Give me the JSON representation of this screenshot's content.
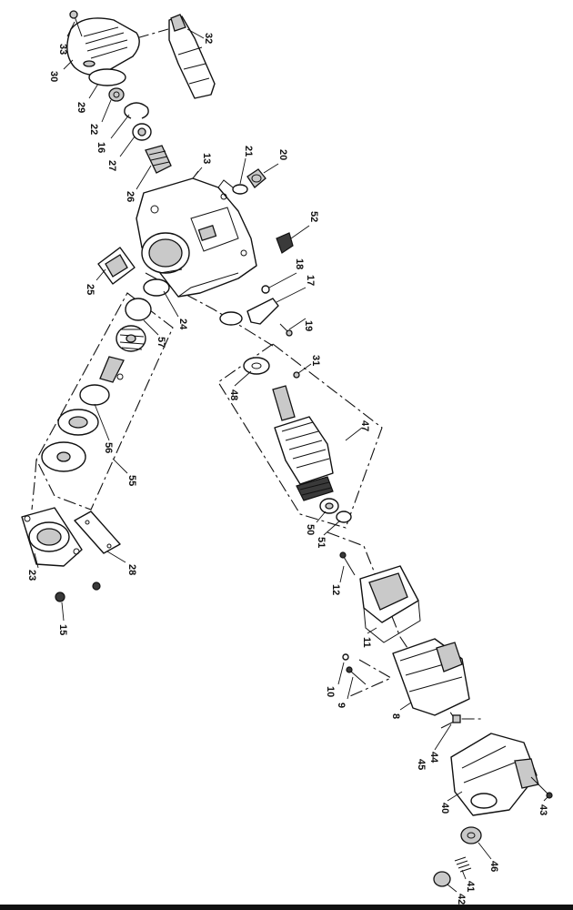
{
  "labels": {
    "p33": "33",
    "p30": "30",
    "p32": "32",
    "p29": "29",
    "p22": "22",
    "p16": "16",
    "p27": "27",
    "p26": "26",
    "p13": "13",
    "p21": "21",
    "p20": "20",
    "p52": "52",
    "p25": "25",
    "p18": "18",
    "p17": "17",
    "p24": "24",
    "p19": "19",
    "p57": "57",
    "p31": "31",
    "p48": "48",
    "p56": "56",
    "p47": "47",
    "p55": "55",
    "p50": "50",
    "p51": "51",
    "p23": "23",
    "p28": "28",
    "p12": "12",
    "p15": "15",
    "p11": "11",
    "p10": "10",
    "p9": "9",
    "p8": "8",
    "p44": "44",
    "p45": "45",
    "p40": "40",
    "p43": "43",
    "p46": "46",
    "p41": "41",
    "p42": "42"
  }
}
